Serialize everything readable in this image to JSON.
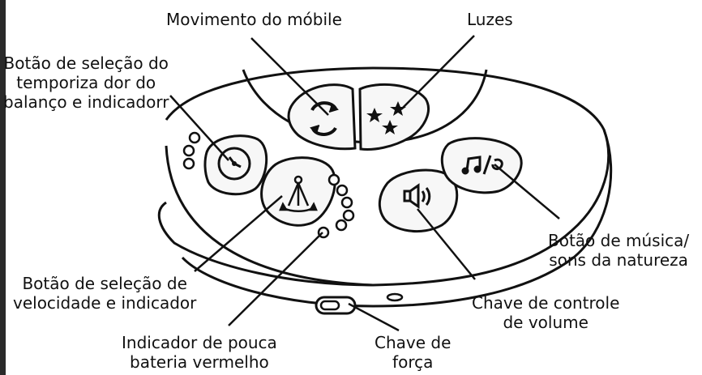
{
  "labels": {
    "mobile_movement": "Movimento do móbile",
    "lights": "Luzes",
    "swing_timer": [
      "Botão de seleção do",
      "temporiza dor do",
      "balanço e indicadorr"
    ],
    "music_button": [
      "Botão de música/",
      "sons da natureza"
    ],
    "speed_button": [
      "Botão de seleção de",
      "velocidade e indicador"
    ],
    "volume_switch": [
      "Chave de controle",
      "de volume"
    ],
    "low_battery": [
      "Indicador de pouca",
      "bateria vermelho"
    ],
    "power_switch": [
      "Chave de",
      "força"
    ]
  },
  "colors": {
    "line": "#111111",
    "button_fill": "#f2f2f2",
    "background": "#ffffff",
    "left_bar": "#2a2a2a"
  },
  "icons": [
    "rotate-arrows-icon",
    "stars-icon",
    "clock-icon",
    "pendulum-icon",
    "speaker-icon",
    "music-nature-icon"
  ]
}
